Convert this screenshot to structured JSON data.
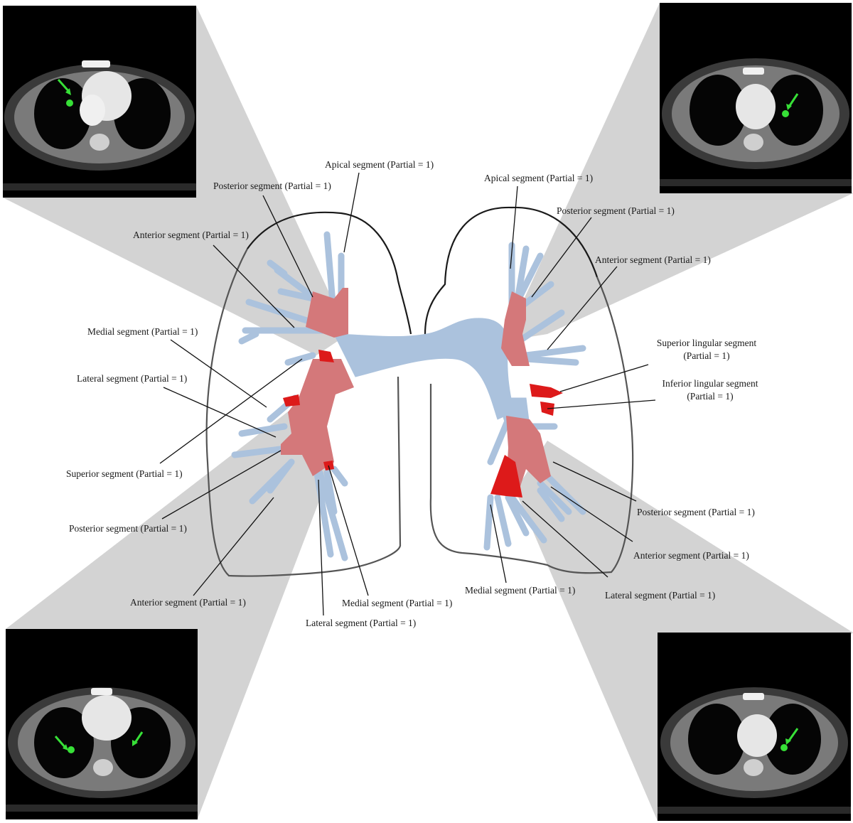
{
  "colors": {
    "airway": "#abc2dd",
    "partial_occlusion": "#d4787a",
    "complete_occlusion": "#dd1a1a",
    "cone": "#d3d3d3",
    "ct_background": "#000000",
    "ct_arrow": "#37e037"
  },
  "icons": {
    "ct_arrow": "green-arrow-icon"
  },
  "ct_images": [
    {
      "id": "top-left"
    },
    {
      "id": "top-right"
    },
    {
      "id": "bottom-left"
    },
    {
      "id": "bottom-right"
    }
  ],
  "labels": {
    "right_apical": "Apical segment (Partial = 1)",
    "right_posterior_upper": "Posterior segment (Partial = 1)",
    "right_anterior_upper": "Anterior segment (Partial = 1)",
    "right_medial_middle": "Medial segment (Partial = 1)",
    "right_lateral_middle": "Lateral segment (Partial = 1)",
    "right_superior_lower": "Superior segment (Partial = 1)",
    "right_posterior_lower": "Posterior segment (Partial = 1)",
    "right_anterior_lower": "Anterior segment (Partial = 1)",
    "right_medial_lower": "Medial segment (Partial = 1)",
    "right_lateral_lower": "Lateral segment (Partial = 1)",
    "left_apical": "Apical segment (Partial = 1)",
    "left_posterior_upper": "Posterior segment (Partial = 1)",
    "left_anterior_upper": "Anterior segment (Partial = 1)",
    "left_superior_lingular_l1": "Superior lingular segment",
    "left_superior_lingular_l2": "(Partial = 1)",
    "left_inferior_lingular_l1": "Inferior lingular segment",
    "left_inferior_lingular_l2": "(Partial = 1)",
    "left_posterior_lower": "Posterior segment (Partial = 1)",
    "left_anterior_lower": "Anterior segment (Partial = 1)",
    "left_lateral_lower": "Lateral segment (Partial = 1)",
    "left_medial_lower": "Medial segment (Partial = 1)"
  }
}
